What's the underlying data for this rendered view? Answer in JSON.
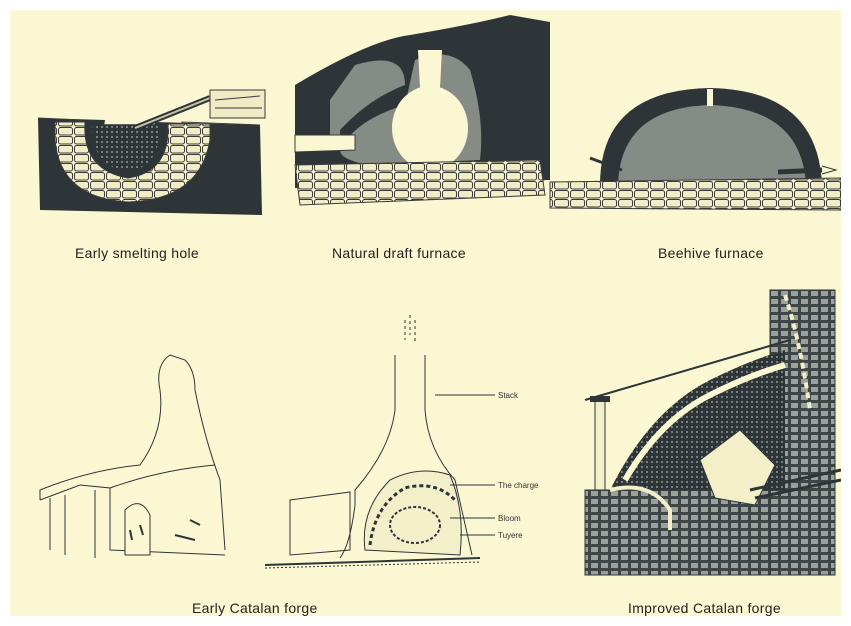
{
  "figures": [
    {
      "caption": "Early smelting hole"
    },
    {
      "caption": "Natural draft furnace"
    },
    {
      "caption": "Beehive furnace"
    },
    {
      "caption": "Early Catalan forge"
    },
    {
      "caption": "Improved Catalan forge"
    }
  ],
  "catalan_labels": {
    "stack": "Stack",
    "charge": "The charge",
    "bloom": "Bloom",
    "tuyere": "Tuyere"
  },
  "colors": {
    "background": "#fbf7d2",
    "dark_fill": "#2e3538",
    "gray_fill": "#858c86",
    "stone_outline": "#3a3a3a"
  }
}
